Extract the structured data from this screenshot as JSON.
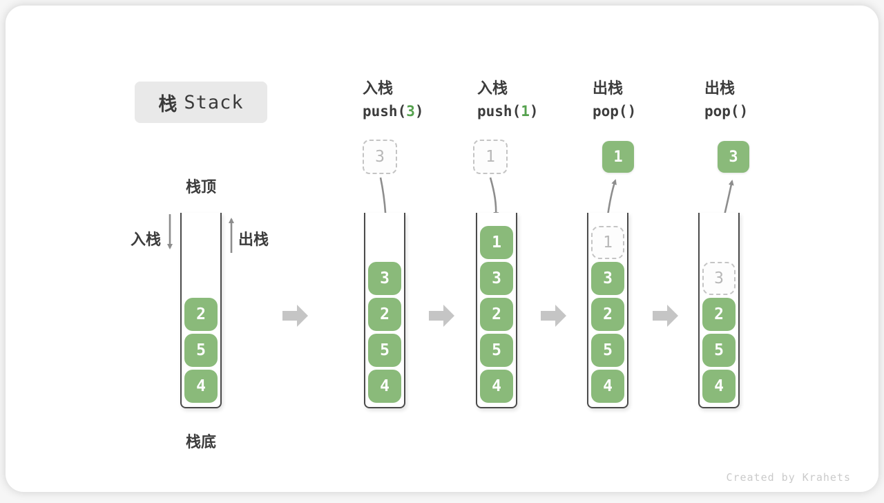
{
  "title": {
    "zh": "栈",
    "en": "Stack"
  },
  "labels": {
    "stack_top": "栈顶",
    "stack_bottom": "栈底",
    "push_side": "入栈",
    "pop_side": "出栈"
  },
  "footer": {
    "credit": "Created by Krahets"
  },
  "colors": {
    "item_green": "#8aba7a",
    "code_arg_green": "#55a14e",
    "dark_text": "#3c3c3c",
    "container_wall": "#4a4a4a",
    "dashed_border": "#c4c4c4",
    "ghost_text": "#b7b7b7",
    "flow_arrow": "#8d8d8d",
    "block_arrow": "#c5c5c5",
    "title_box_bg": "#e9e9e9",
    "footer_text": "#cacaca"
  },
  "steps": [
    {
      "label": "入栈",
      "code_pre": "push(",
      "code_arg": "3",
      "code_post": ")",
      "floating_value": "3",
      "floating_style": "dashed"
    },
    {
      "label": "入栈",
      "code_pre": "push(",
      "code_arg": "1",
      "code_post": ")",
      "floating_value": "1",
      "floating_style": "dashed"
    },
    {
      "label": "出栈",
      "code_pre": "pop()",
      "code_arg": "",
      "code_post": "",
      "floating_value": "1",
      "floating_style": "solid"
    },
    {
      "label": "出栈",
      "code_pre": "pop()",
      "code_arg": "",
      "code_post": "",
      "floating_value": "3",
      "floating_style": "solid"
    }
  ],
  "stacks": [
    {
      "items": [
        "2",
        "5",
        "4"
      ]
    },
    {
      "items": [
        "3",
        "2",
        "5",
        "4"
      ]
    },
    {
      "items": [
        "1",
        "3",
        "2",
        "5",
        "4"
      ]
    },
    {
      "ghost": "1",
      "items": [
        "3",
        "2",
        "5",
        "4"
      ]
    },
    {
      "ghost": "3",
      "items": [
        "2",
        "5",
        "4"
      ]
    }
  ]
}
